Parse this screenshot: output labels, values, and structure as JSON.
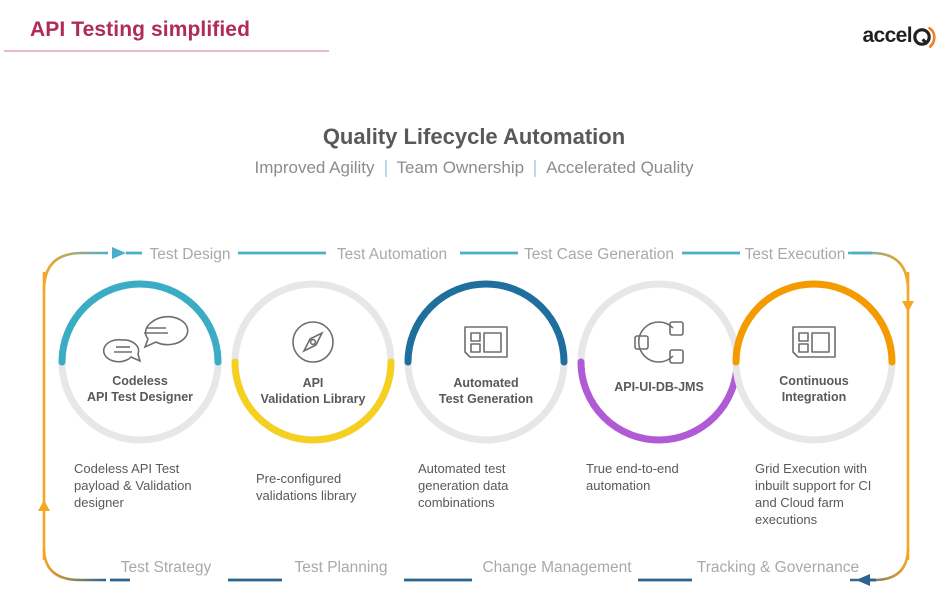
{
  "header": {
    "title": "API Testing simplified",
    "logo_text": "accel",
    "logo_mark": "Q",
    "logo_name": "accelQ",
    "accent_color": "#b02a5b",
    "logo_accent_color": "#f07d22"
  },
  "hero": {
    "title": "Quality Lifecycle Automation",
    "subtitle_items": [
      "Improved Agility",
      "Team Ownership",
      "Accelerated Quality"
    ],
    "separator_color": "#b9dbe8"
  },
  "diagram": {
    "top_rail_labels": [
      "Test Design",
      "Test Automation",
      "Test Case Generation",
      "Test Execution"
    ],
    "bottom_rail_labels": [
      "Test Strategy",
      "Test Planning",
      "Change Management",
      "Tracking & Governance"
    ],
    "top_rail_color": "#49b0c8",
    "bottom_rail_color": "#2a6590",
    "side_rail_color": "#f5a623",
    "ring_track_color": "#e6e7e8",
    "nodes": [
      {
        "label_line1": "Codeless",
        "label_line2": "API Test Designer",
        "description": "Codeless API Test payload & Validation designer",
        "arc_color": "#3aacc4",
        "icon": "chat-bubbles-icon",
        "arc_half": "top"
      },
      {
        "label_line1": "API",
        "label_line2": "Validation Library",
        "description": "Pre-configured validations library",
        "arc_color": "#f5d020",
        "icon": "compass-icon",
        "arc_half": "bottom"
      },
      {
        "label_line1": "Automated",
        "label_line2": "Test Generation",
        "description": "Automated test generation data combinations",
        "arc_color": "#1e6e9e",
        "icon": "wireframe-layout-icon",
        "arc_half": "top"
      },
      {
        "label_line1": "API-UI-DB-JMS",
        "label_line2": "",
        "description": "True end-to-end automation",
        "arc_color": "#b05ad6",
        "icon": "network-nodes-icon",
        "arc_half": "bottom"
      },
      {
        "label_line1": "Continuous",
        "label_line2": "Integration",
        "description": "Grid Execution with inbuilt support for CI and Cloud farm executions",
        "arc_color": "#f59b00",
        "icon": "wireframe-layout-icon",
        "arc_half": "top"
      }
    ]
  }
}
